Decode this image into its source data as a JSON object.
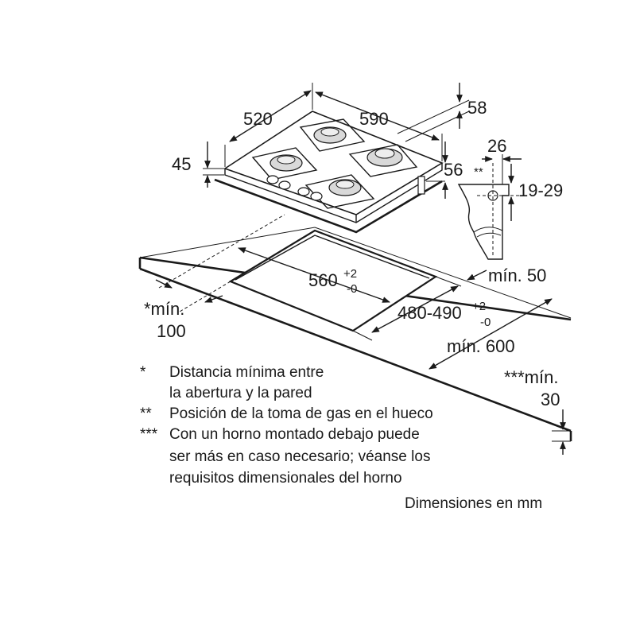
{
  "diagram": {
    "hob": {
      "depth": "520",
      "width": "590",
      "height": "45",
      "right_top": "58",
      "right_side": "56"
    },
    "gas_detail": {
      "width": "26",
      "asterisks": "**",
      "height_range": "19-29"
    },
    "cutout": {
      "width": "560",
      "width_tol_plus": "+2",
      "width_tol_minus": "-0",
      "depth": "480-490",
      "depth_tol_plus": "+2",
      "depth_tol_minus": "-0"
    },
    "clearances": {
      "min_50": "mín. 50",
      "min_100_line1": "*mín.",
      "min_100_line2": "100",
      "min_600": "mín. 600",
      "min_30_line1": "***mín.",
      "min_30_line2": "30"
    }
  },
  "notes": [
    {
      "marker": "*",
      "lines": [
        "Distancia mínima entre",
        "la abertura y la pared"
      ]
    },
    {
      "marker": "**",
      "lines": [
        "Posición de la toma de gas en el hueco"
      ]
    },
    {
      "marker": "***",
      "lines": [
        "Con un horno montado debajo puede",
        "ser más en caso necesario; véanse los",
        "requisitos dimensionales del horno"
      ]
    }
  ],
  "units_note": "Dimensiones en mm"
}
